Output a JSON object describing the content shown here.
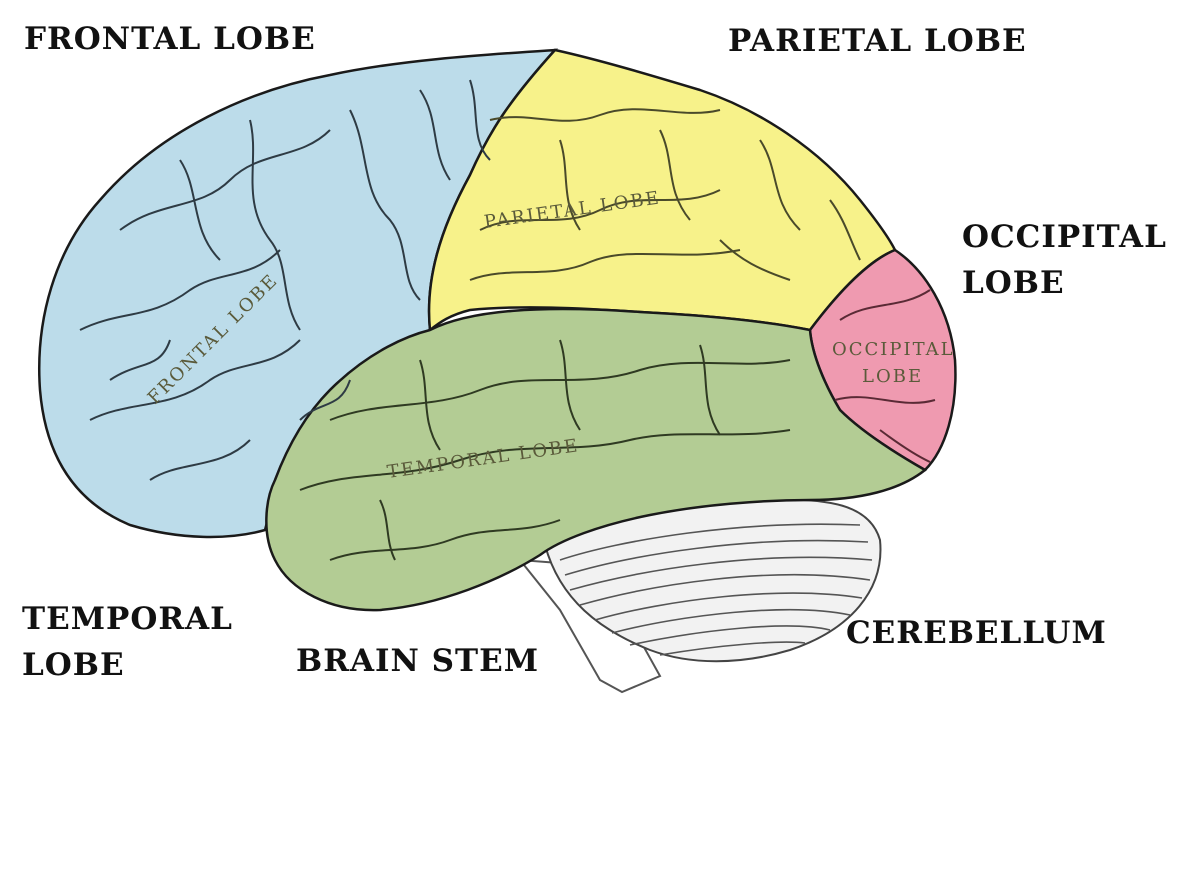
{
  "labels": {
    "frontal": "FRONTAL LOBE",
    "parietal": "PARIETAL LOBE",
    "occipital_line1": "OCCIPITAL",
    "occipital_line2": "LOBE",
    "temporal_line1": "TEMPORAL",
    "temporal_line2": "LOBE",
    "brain_stem": "BRAIN STEM",
    "cerebellum": "CEREBELLUM"
  },
  "inner_labels": {
    "frontal": "FRONTAL LOBE",
    "parietal": "PARIETAL LOBE",
    "occipital_line1": "OCCIPITAL",
    "occipital_line2": "LOBE",
    "temporal": "TEMPORAL LOBE"
  },
  "colors": {
    "frontal": "#bcdcea",
    "parietal": "#f7f28a",
    "temporal": "#b3cc94",
    "occipital": "#ef9ab0",
    "cerebellum": "#f2f2f2",
    "brain_stem": "#ffffff",
    "outline": "#1a1a1a",
    "sulci": "#2e3b44"
  }
}
